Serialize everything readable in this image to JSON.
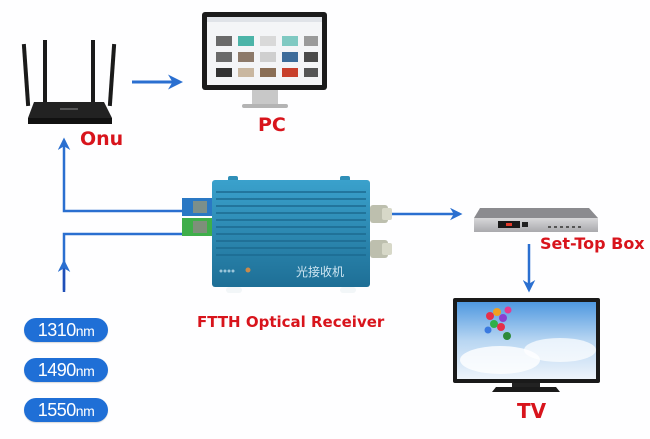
{
  "diagram": {
    "title": "FTTH Optical Receiver connection diagram",
    "nodes": {
      "onu": {
        "label": "Onu",
        "icon": "router-icon"
      },
      "pc": {
        "label": "PC",
        "icon": "monitor-icon"
      },
      "receiver": {
        "label": "FTTH Optical Receiver",
        "device_text": "光接收机",
        "icon": "optical-receiver-icon"
      },
      "set_top_box": {
        "label": "Set-Top Box",
        "icon": "set-top-box-icon"
      },
      "tv": {
        "label": "TV",
        "icon": "tv-icon"
      }
    },
    "edges": [
      {
        "from": "receiver",
        "to": "onu"
      },
      {
        "from": "onu",
        "to": "pc"
      },
      {
        "from": "input-fiber",
        "to": "receiver"
      },
      {
        "from": "receiver",
        "to": "set_top_box"
      },
      {
        "from": "set_top_box",
        "to": "tv"
      }
    ],
    "wavelengths": [
      {
        "value": "1310",
        "unit": "nm"
      },
      {
        "value": "1490",
        "unit": "nm"
      },
      {
        "value": "1550",
        "unit": "nm"
      }
    ],
    "colors": {
      "label_red": "#d8141c",
      "arrow_blue": "#2a6fd0",
      "badge_blue": "#1f6fd6",
      "receiver_body": "#2f8fb8"
    }
  }
}
